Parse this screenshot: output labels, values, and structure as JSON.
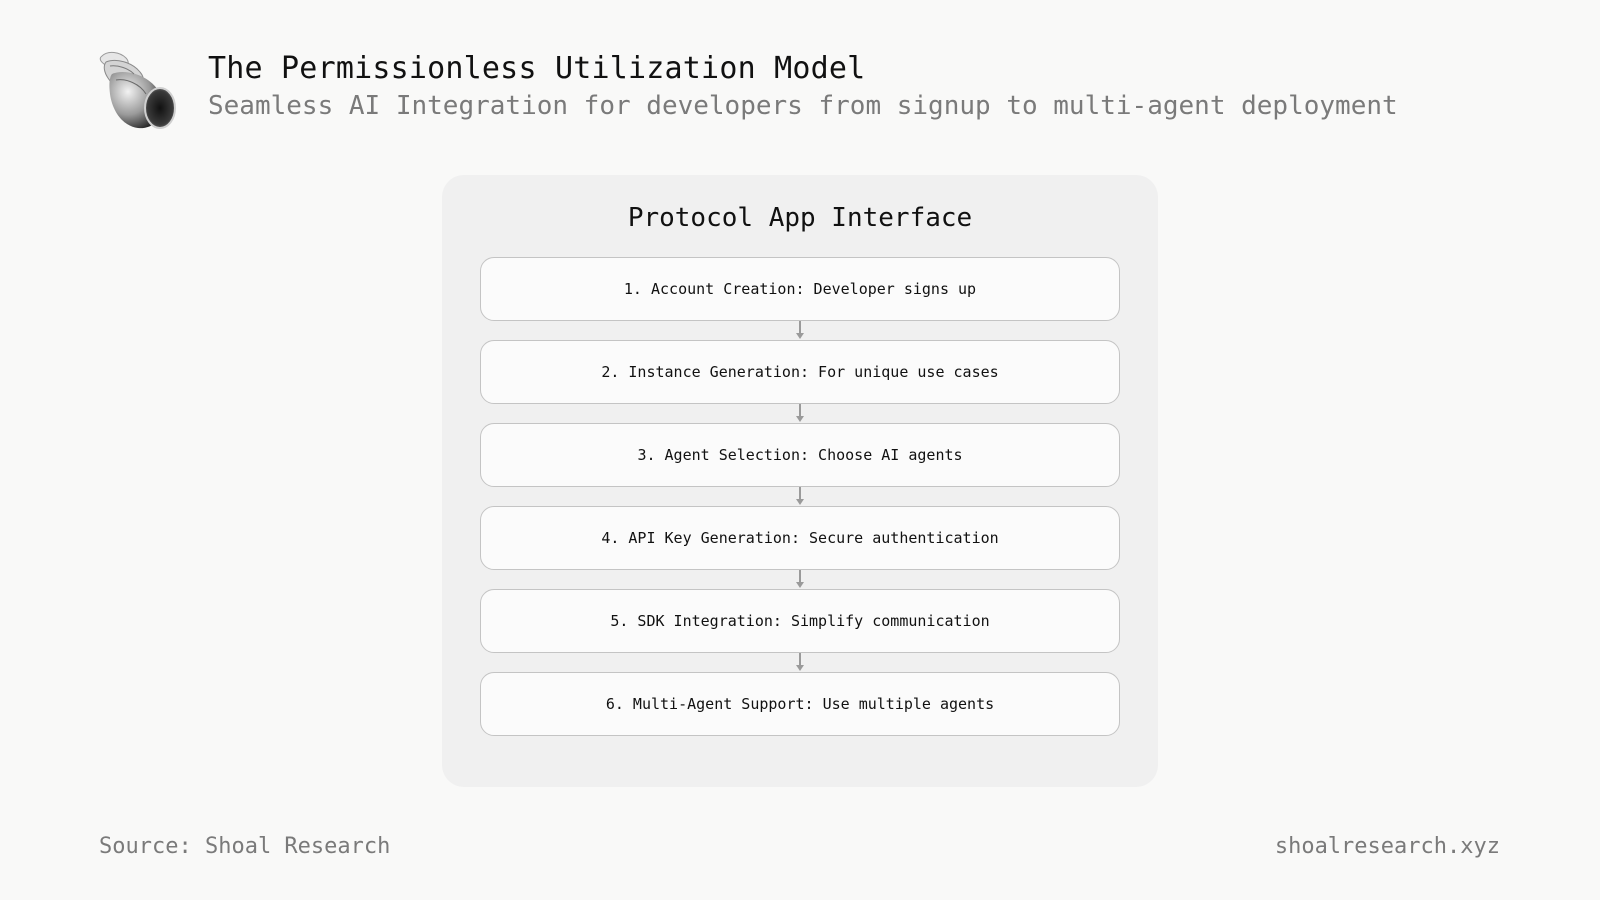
{
  "header": {
    "title": "The Permissionless Utilization Model",
    "subtitle": "Seamless AI Integration for developers from signup to multi-agent deployment"
  },
  "panel": {
    "title": "Protocol App Interface",
    "steps": [
      {
        "label": "1. Account Creation: Developer signs up"
      },
      {
        "label": "2. Instance Generation: For unique use cases"
      },
      {
        "label": "3. Agent Selection: Choose AI agents"
      },
      {
        "label": "4. API Key Generation: Secure authentication"
      },
      {
        "label": "5. SDK Integration: Simplify communication"
      },
      {
        "label": "6. Multi-Agent Support: Use multiple agents"
      }
    ]
  },
  "footer": {
    "source": "Source: Shoal Research",
    "site": "shoalresearch.xyz"
  },
  "icons": {
    "logo": "shell-logo-icon",
    "connector": "arrow-down-icon"
  },
  "colors": {
    "background": "#f9f9f8",
    "panel": "#f0f0f0",
    "step_border": "#c4c4c4",
    "muted_text": "#7a7a7a",
    "connector": "#9a9a9a"
  }
}
